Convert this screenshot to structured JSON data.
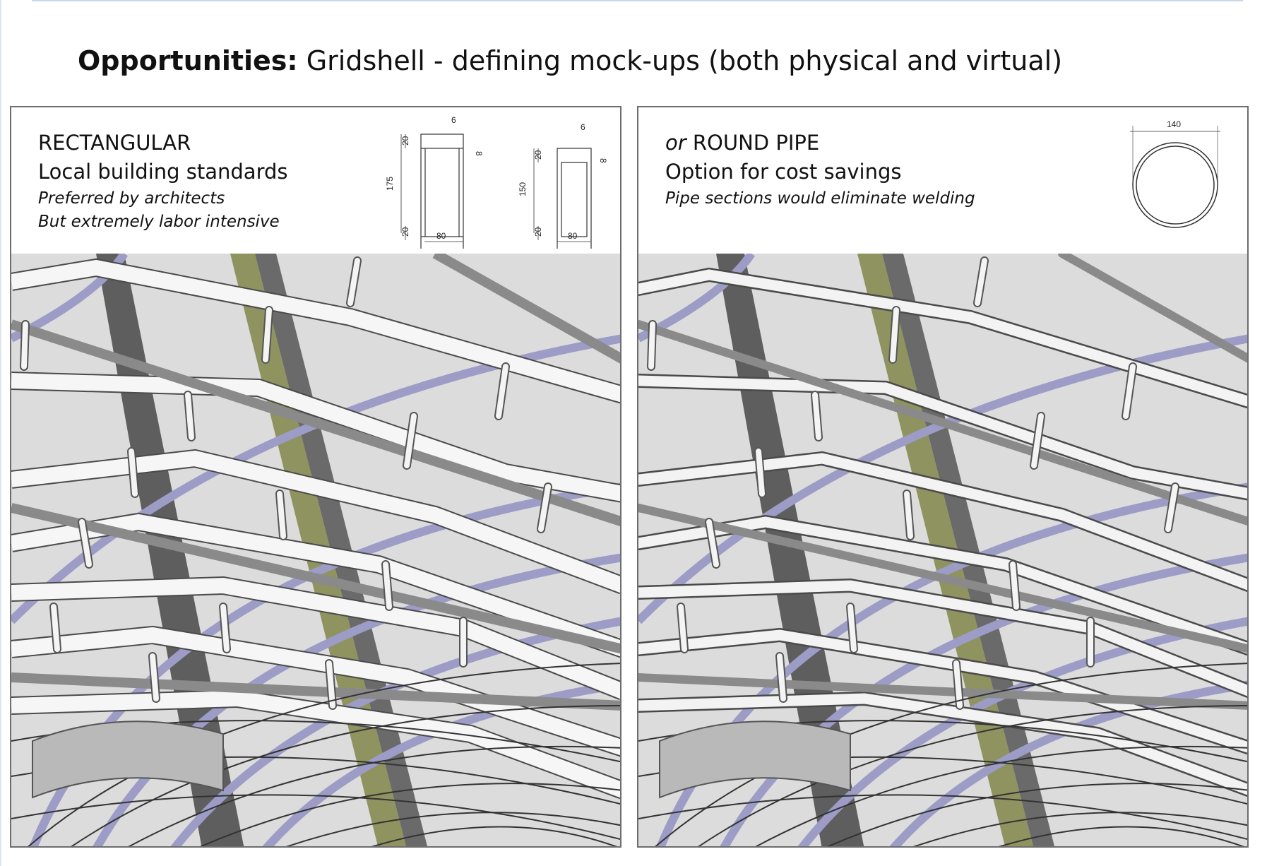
{
  "title": {
    "bold": "Opportunities:",
    "rest": " Gridshell - defining mock-ups (both physical and virtual)"
  },
  "left_panel": {
    "heading": "RECTANGULAR",
    "subheading": "Local building standards",
    "note1": "Preferred by architects",
    "note2": "But extremely labor intensive",
    "section_a": {
      "height": "175",
      "flange_top": "20",
      "flange_bottom": "20",
      "web": "6",
      "flange_t": "8",
      "width": "80"
    },
    "section_b": {
      "height": "150",
      "flange_top": "20",
      "flange_bottom": "20",
      "web": "6",
      "flange_t": "8",
      "width": "80"
    }
  },
  "right_panel": {
    "heading_italic": "or",
    "heading": " ROUND PIPE",
    "subheading": "Option for cost savings",
    "note1": "Pipe sections would eliminate welding",
    "diameter": "140"
  },
  "colors": {
    "purple_member": "#9c9cc6",
    "olive_member": "#8f9360",
    "dark_member": "#5a5a5a",
    "sky": "#dcdcdc",
    "white_member": "#f6f6f6"
  }
}
